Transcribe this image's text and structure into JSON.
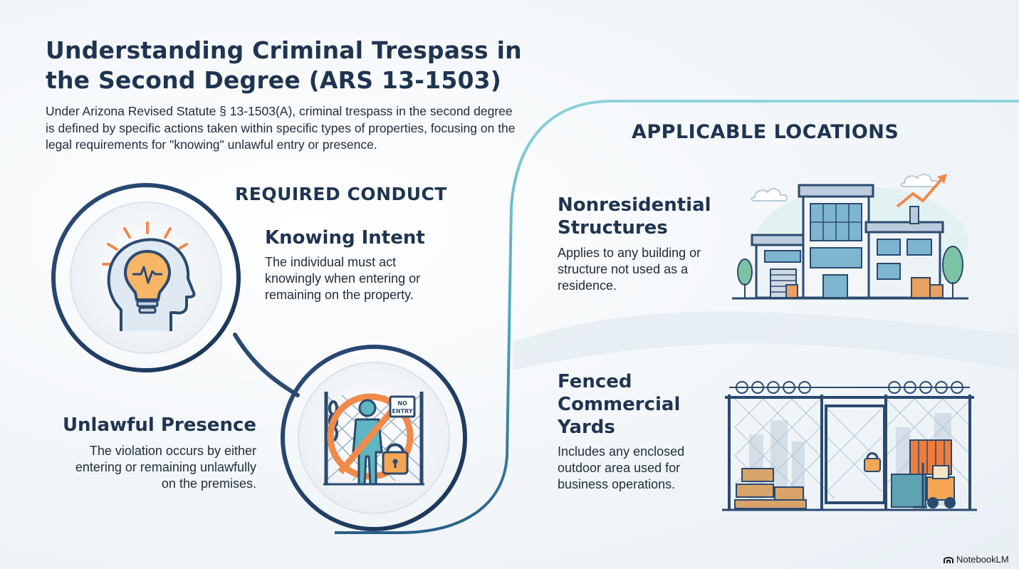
{
  "title": "Understanding Criminal Trespass in the Second Degree (ARS 13-1503)",
  "intro": "Under Arizona Revised Statute § 13-1503(A), criminal trespass in the second degree is defined by specific actions taken within specific types of properties, focusing on the legal requirements for \"knowing\" unlawful entry or presence.",
  "required_conduct": {
    "heading": "REQUIRED CONDUCT",
    "items": [
      {
        "title": "Knowing Intent",
        "description": "The individual must act knowingly when entering or remaining on the property.",
        "icon": "head-lightbulb-icon"
      },
      {
        "title": "Unlawful Presence",
        "description": "The violation occurs by either entering or remaining unlawfully on the premises.",
        "icon": "no-entry-icon",
        "sign_text": "NO ENTRY"
      }
    ]
  },
  "applicable_locations": {
    "heading": "APPLICABLE LOCATIONS",
    "items": [
      {
        "title": "Nonresidential Structures",
        "description": "Applies to any building or structure not used as a residence.",
        "icon": "office-building-icon"
      },
      {
        "title": "Fenced Commercial Yards",
        "description": "Includes any enclosed outdoor area used for business operations.",
        "icon": "fenced-yard-icon"
      }
    ]
  },
  "brand": "NotebookLM",
  "colors": {
    "navy": "#1f3450",
    "teal": "#5fb5c2",
    "orange": "#f08a4b",
    "ring": "#2b4a6f"
  }
}
